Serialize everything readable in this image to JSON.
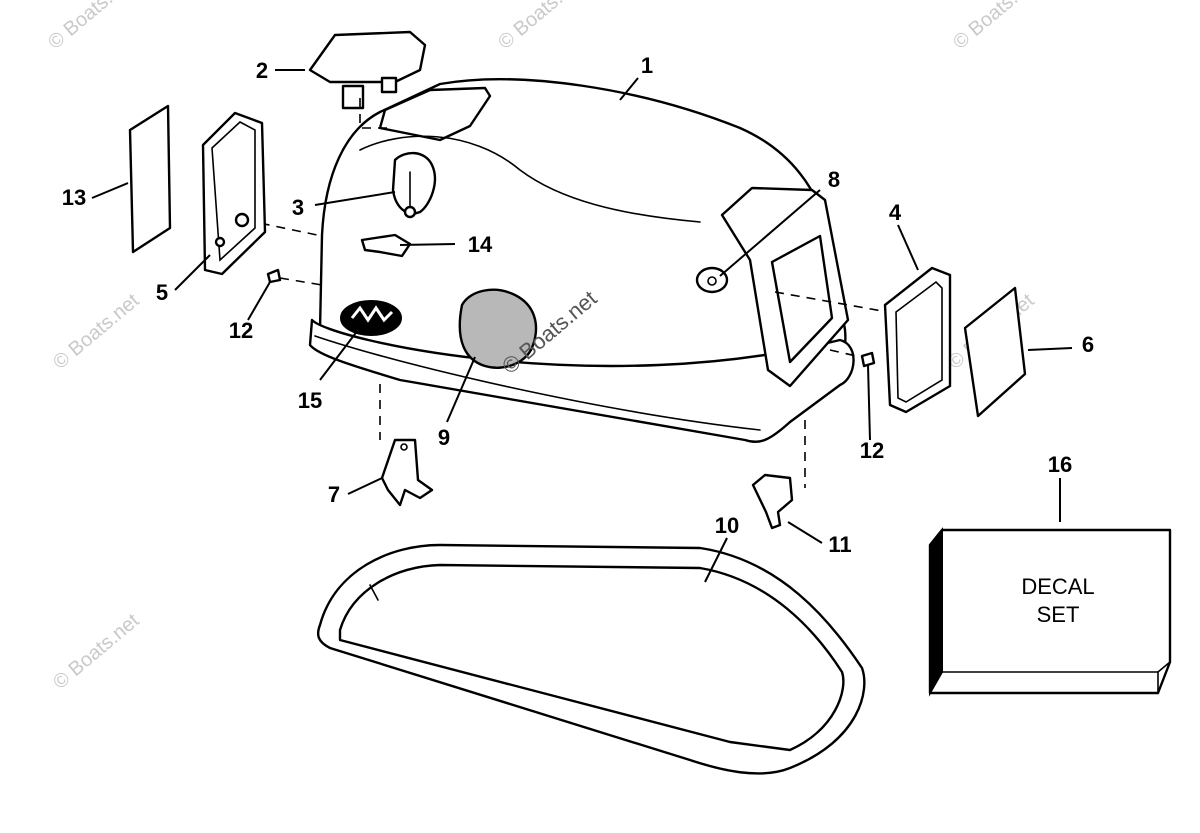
{
  "callouts": [
    "1",
    "2",
    "3",
    "4",
    "5",
    "6",
    "7",
    "8",
    "9",
    "10",
    "11",
    "12",
    "12",
    "13",
    "14",
    "15",
    "16"
  ],
  "decal_box": {
    "line1": "DECAL",
    "line2": "SET"
  },
  "watermark": "© Boats.net",
  "colors": {
    "line": "#000000",
    "background": "#ffffff",
    "watermark": "#c9c9c9",
    "foam": "#b8b8b8"
  }
}
